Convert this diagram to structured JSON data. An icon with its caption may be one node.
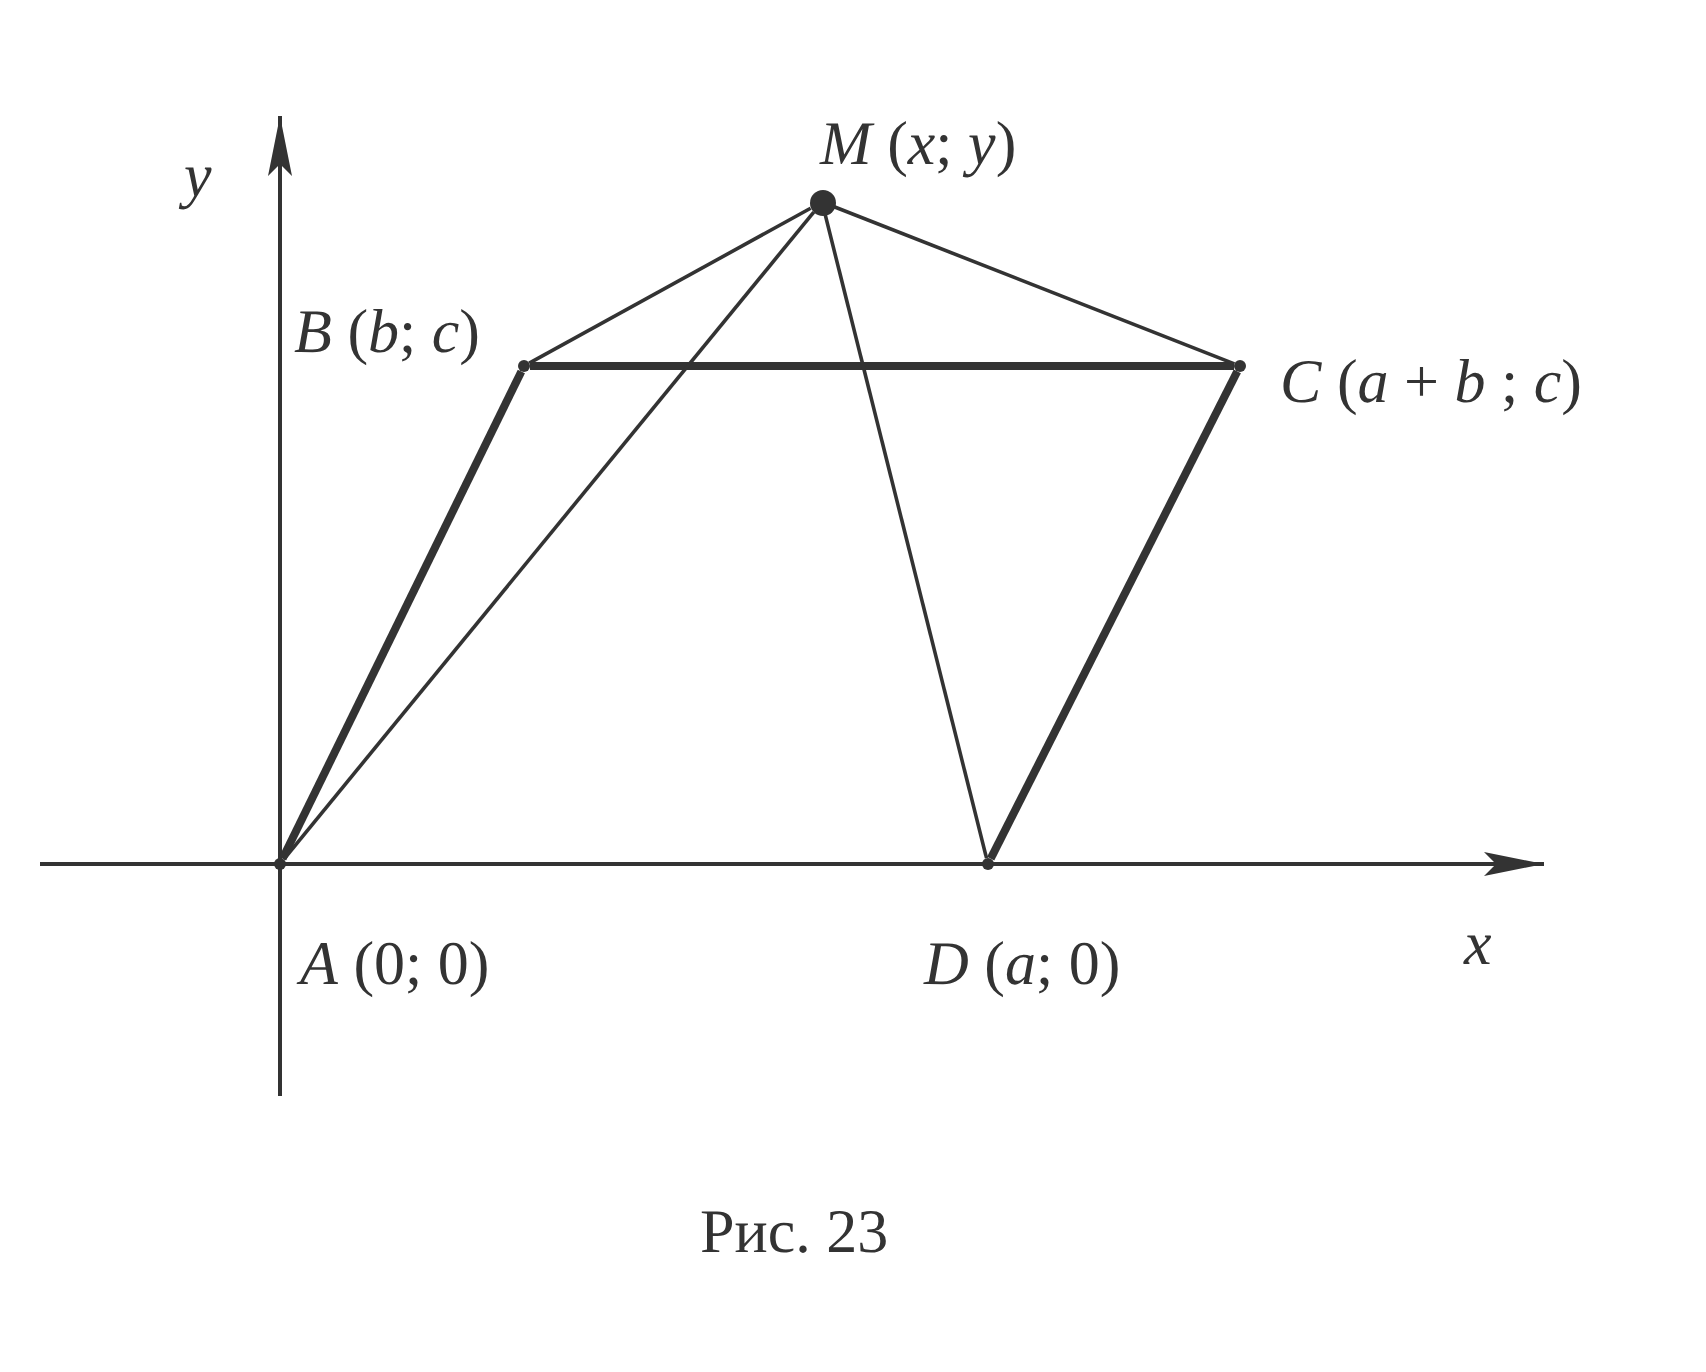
{
  "diagram": {
    "caption": "Рис. 23",
    "nodes": [
      {
        "text": [],
        "shape": "dot",
        "beside": [
          "*M* (*x*; *y*)"
        ]
      },
      {
        "text": [],
        "shape": "point",
        "beside": [
          "*B* (*b*; *c*)"
        ]
      },
      {
        "text": [],
        "shape": "point",
        "beside": [
          "*C* (*a* + *b* ; *c*)"
        ]
      },
      {
        "text": [],
        "shape": "point",
        "beside": [
          "*A* (0; 0)"
        ]
      },
      {
        "text": [],
        "shape": "point",
        "beside": [
          "*D* (*a*; 0)"
        ]
      }
    ],
    "edges": [
      {
        "from": 3,
        "to": 1,
        "arrow": "none",
        "style": "thick"
      },
      {
        "from": 1,
        "to": 2,
        "arrow": "none",
        "style": "thick"
      },
      {
        "from": 2,
        "to": 4,
        "arrow": "none",
        "style": "thick"
      },
      {
        "from": 0,
        "to": 3,
        "arrow": "none"
      },
      {
        "from": 0,
        "to": 1,
        "arrow": "none"
      },
      {
        "from": 0,
        "to": 2,
        "arrow": "none"
      },
      {
        "from": 0,
        "to": 4,
        "arrow": "none"
      }
    ],
    "labels": [
      "y",
      "x"
    ]
  }
}
